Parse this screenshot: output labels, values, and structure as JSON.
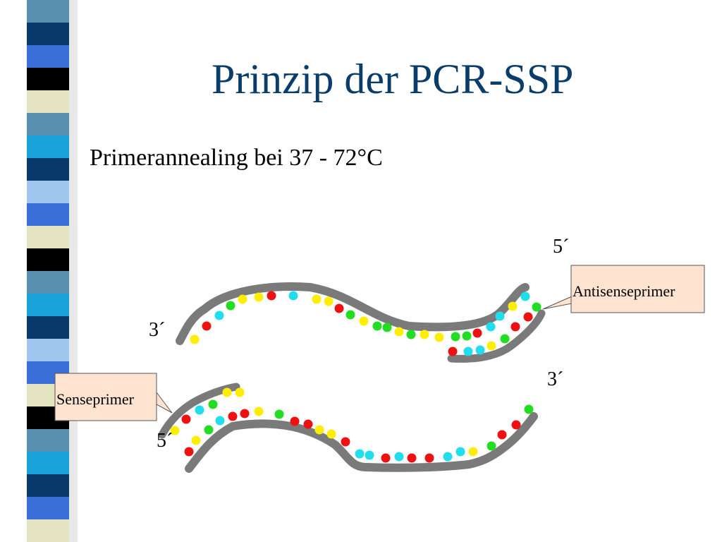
{
  "slide": {
    "title": "Prinzip der PCR-SSP",
    "subtitle": "Primerannealing bei 37 - 72°C"
  },
  "diagram": {
    "end_labels": {
      "upper_right": "5´",
      "upper_left": "3´",
      "lower_right": "3´",
      "lower_left": "5´"
    },
    "callouts": {
      "antisense": "Antisenseprimer",
      "sense": "Senseprimer"
    }
  },
  "colors": {
    "title": "#0b3d6b",
    "strand": "#7a7a7a",
    "callout_fill": "#fde3d0",
    "base_red": "#ee1111",
    "base_yellow": "#ffee00",
    "base_green": "#22dd22",
    "base_cyan": "#22ddee",
    "stripe_palette": [
      "#0a3a6b",
      "#5a8fb0",
      "#3a6fd8",
      "#000000",
      "#e4e4c0",
      "#1aa3d8",
      "#9fc7f0",
      "#0a5a8a"
    ]
  }
}
